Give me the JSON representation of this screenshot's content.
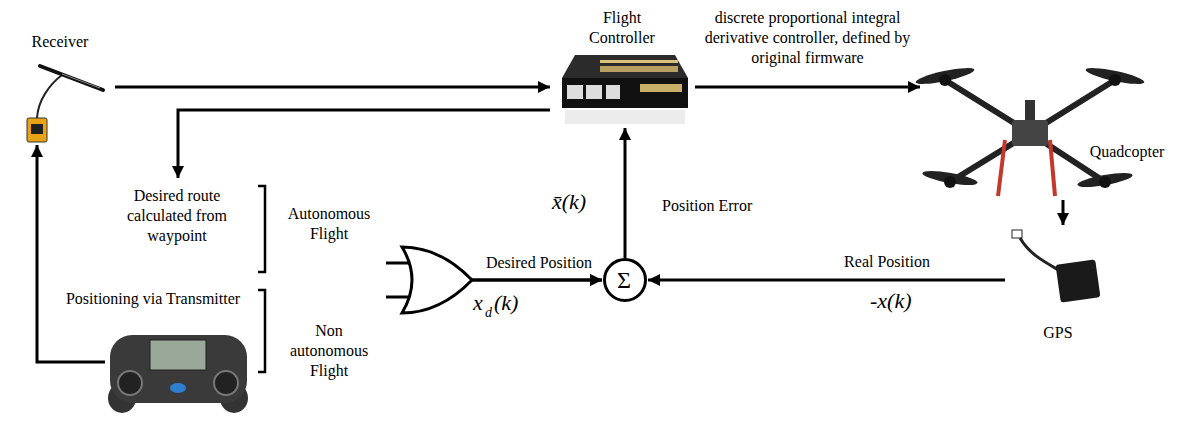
{
  "diagram": {
    "nodes": [
      {
        "text": [
          "Receiver"
        ]
      },
      {
        "text": [
          "Flight Controller"
        ]
      },
      {
        "text": [
          "Quadcopter"
        ]
      },
      {
        "text": [
          "Desired route calculated from waypoint",
          "Autonomous Flight"
        ]
      },
      {
        "text": [
          "Positioning via Transmitter",
          "Non autonomous Flight"
        ]
      },
      {
        "text": [
          "Σ"
        ]
      },
      {
        "text": [
          "GPS"
        ]
      }
    ],
    "edges": [
      {
        "from": 0,
        "to": 1,
        "arrow": "to"
      },
      {
        "from": 1,
        "to": 2,
        "arrow": "to",
        "label": "discrete proportional integral derivative controller, defined by original firmware"
      },
      {
        "from": 1,
        "to": 3,
        "arrow": "to"
      },
      {
        "from": 4,
        "to": 0,
        "arrow": "to"
      },
      {
        "from": 3,
        "to": 5,
        "arrow": "to"
      },
      {
        "from": 4,
        "to": 5,
        "arrow": "to"
      },
      {
        "from": 5,
        "to": 1,
        "arrow": "to",
        "label": "Position Error"
      },
      {
        "from": 2,
        "to": 6,
        "arrow": "to"
      },
      {
        "from": 6,
        "to": 5,
        "arrow": "to",
        "label": "Real Position"
      }
    ],
    "labels": [
      "Desired Position",
      "x",
      "d",
      "(k)",
      "x̄(k)",
      "-x(k)"
    ]
  }
}
